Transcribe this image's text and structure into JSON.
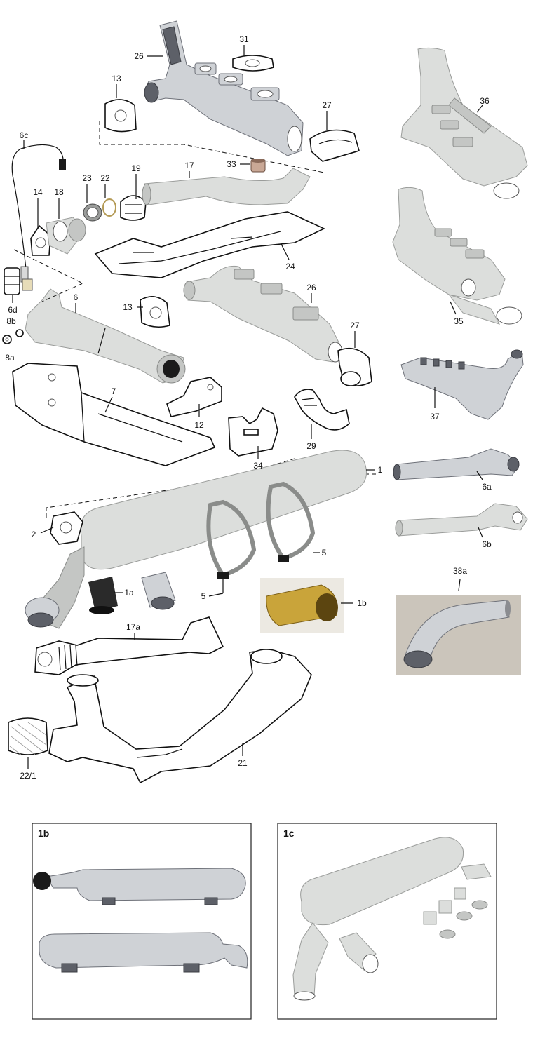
{
  "diagram": {
    "labels": {
      "p26_top": "26",
      "p31": "31",
      "p13_top": "13",
      "p27_top": "27",
      "p36": "36",
      "p6c": "6c",
      "p33": "33",
      "p17": "17",
      "p19": "19",
      "p22": "22",
      "p23": "23",
      "p18": "18",
      "p14": "14",
      "p24": "24",
      "p26_mid": "26",
      "p35": "35",
      "p6d": "6d",
      "p8b": "8b",
      "p8a": "8a",
      "p6": "6",
      "p13_mid": "13",
      "p27_mid": "27",
      "p37": "37",
      "p7": "7",
      "p12": "12",
      "p29": "29",
      "p34": "34",
      "p1": "1",
      "p6a": "6a",
      "p2": "2",
      "p5_right": "5",
      "p6b": "6b",
      "p38a": "38a",
      "p1a": "1a",
      "p5_left": "5",
      "p1b": "1b",
      "p17a": "17a",
      "p21": "21",
      "p22_1": "22/1"
    },
    "insets": {
      "left_title": "1b",
      "right_title": "1c"
    }
  },
  "colors": {
    "ink": "#111111",
    "primer_grey": "#dcdedc",
    "chrome": "#cfd2d6",
    "gold_tip": "#c9a43a",
    "inset_border": "#222222"
  }
}
